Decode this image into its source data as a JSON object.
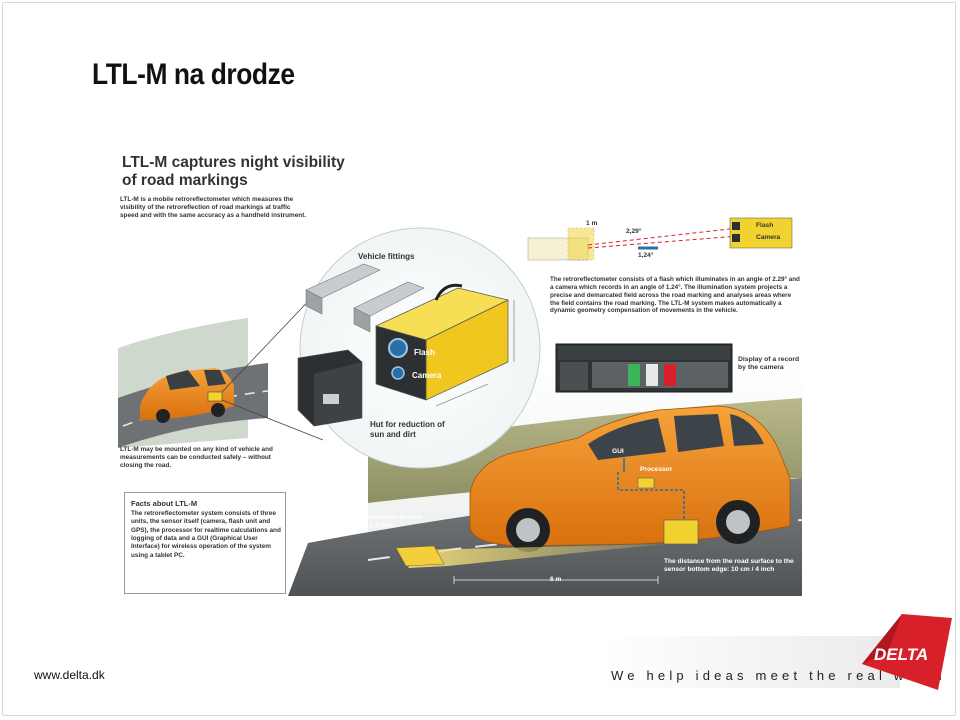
{
  "slide": {
    "title": "LTL-M na drodze"
  },
  "figure": {
    "heading": "LTL-M captures night visibility of road markings",
    "intro": "LTL-M is a mobile retroreflectometer which measures the visibility of the retroreflection of road markings at traffic speed and with the same accuracy as a handheld instrument.",
    "vehicle_fittings_label": "Vehicle fittings",
    "flash_label": "Flash",
    "camera_label": "Camera",
    "hut_label": "Hut for reduction of sun and dirt",
    "geometry": {
      "distance_label": "1 m",
      "angle_flash": "2,29°",
      "angle_camera": "1,24°",
      "device_flash": "Flash",
      "device_camera": "Camera"
    },
    "description": "The retroreflectometer consists of a flash which illuminates in an angle of 2.29° and a camera which records in an angle of 1.24°. The illumination system projects a precise and demarcated field across the road marking and analyses areas where the field contains the road marking. The LTL-M system makes automatically a dynamic geometry compensation of movements in the vehicle.",
    "display_label": "Display of a record by the camera",
    "mount_note": "LTL-M may be mounted on any kind of vehicle and measurements can be conducted safely – without closing the road.",
    "gui_label": "GUI",
    "processor_label": "Processor",
    "illumination_note": "The LTL-M illuminates an area of 1 x 1 m / 3 x 3 feet",
    "distance_6m": "6 m",
    "sensor_note": "The distance from the road surface to the sensor bottom edge: 10 cm / 4 inch",
    "facts": {
      "title": "Facts about LTL-M",
      "text": "The retroreflectometer system consists of three units, the sensor itself (camera, flash unit and GPS), the processor for realtime calculations and logging of data and a GUI (Graphical User Interface) for wireless operation of the system using a tablet PC."
    }
  },
  "footer": {
    "url": "www.delta.dk",
    "tagline": "We help ideas meet the real world",
    "logo_text": "DELTA"
  },
  "colors": {
    "car_orange": "#f08a1c",
    "sensor_yellow": "#f2d22e",
    "logo_red": "#d8202a",
    "road_gray": "#5a5c5e"
  }
}
